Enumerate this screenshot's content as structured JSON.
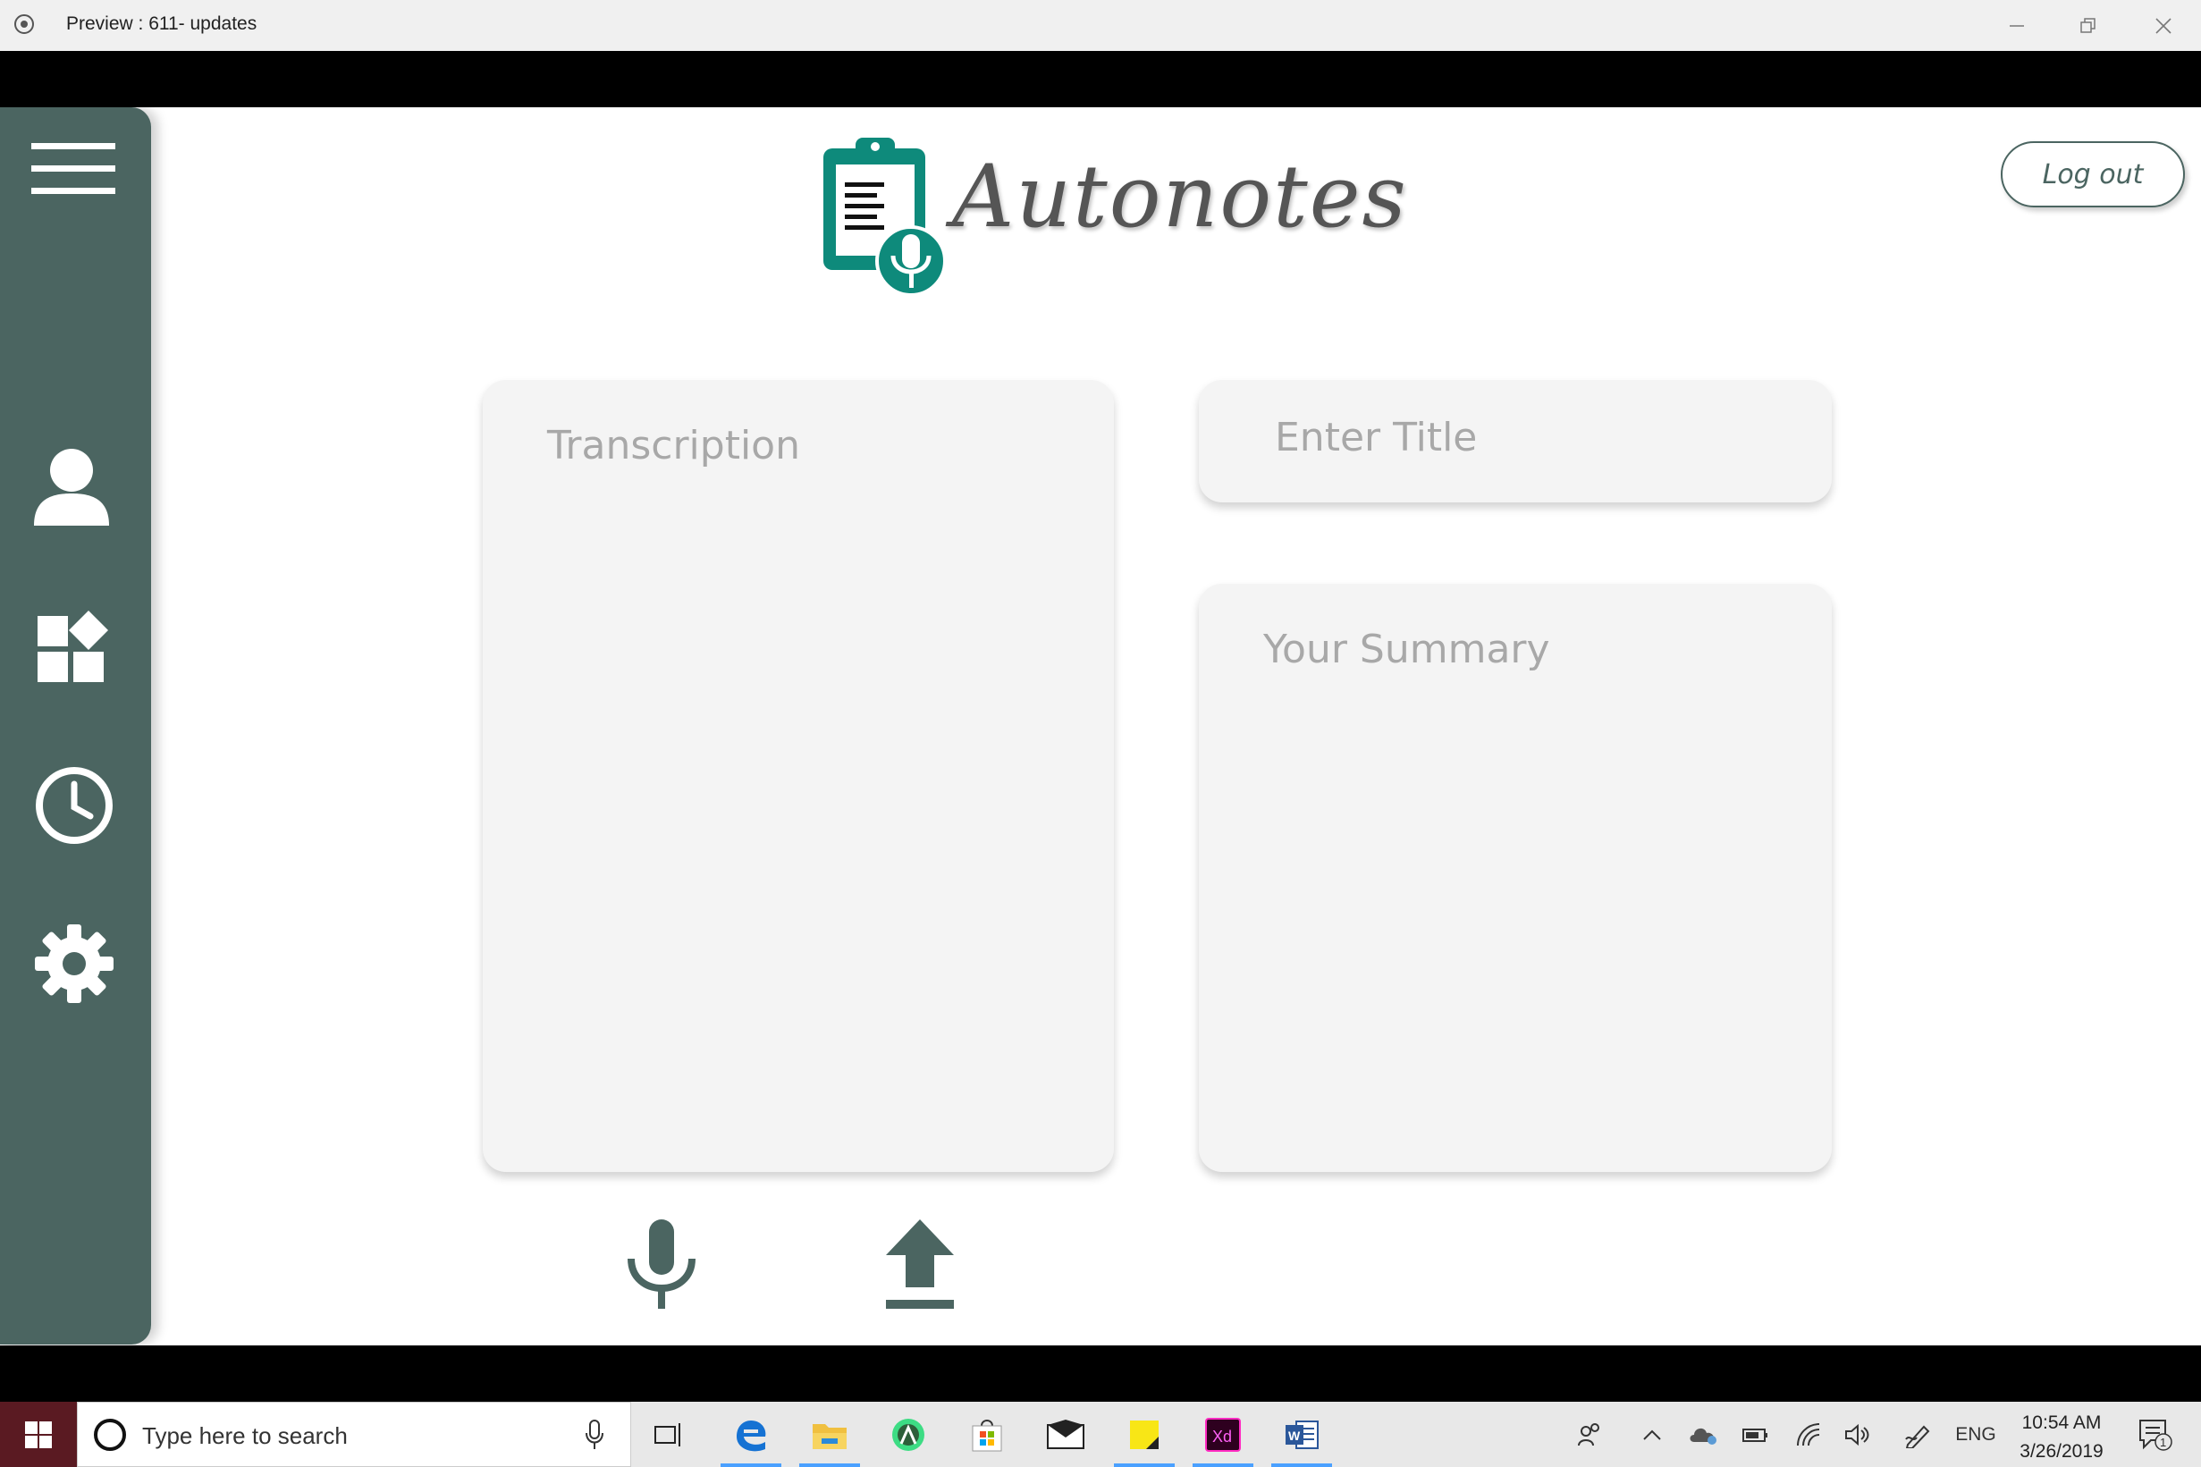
{
  "window": {
    "title": "Preview : 611- updates",
    "controls": [
      "minimize",
      "restore",
      "close"
    ]
  },
  "app": {
    "brand": "Autonotes",
    "logout_label": "Log out",
    "sidebar": [
      {
        "id": "menu",
        "icon": "hamburger-menu-icon"
      },
      {
        "id": "profile",
        "icon": "user-icon"
      },
      {
        "id": "dashboard",
        "icon": "apps-grid-icon"
      },
      {
        "id": "history",
        "icon": "clock-icon"
      },
      {
        "id": "settings",
        "icon": "gear-icon"
      }
    ],
    "transcription": {
      "placeholder": "Transcription",
      "value": ""
    },
    "title_field": {
      "placeholder": "Enter Title",
      "value": ""
    },
    "summary": {
      "placeholder": "Your Summary",
      "value": ""
    },
    "actions": [
      {
        "id": "record",
        "icon": "microphone-icon"
      },
      {
        "id": "upload",
        "icon": "upload-icon"
      }
    ],
    "colors": {
      "accent": "#4b6561",
      "logo_teal": "#0e8a7b",
      "card": "#f4f4f4"
    }
  },
  "taskbar": {
    "search_placeholder": "Type here to search",
    "pinned": [
      "task-view-icon",
      "edge-icon",
      "file-explorer-icon",
      "android-studio-icon",
      "store-icon",
      "mail-icon",
      "sticky-notes-icon",
      "adobe-xd-icon",
      "word-icon"
    ],
    "tray": {
      "language": "ENG",
      "time": "10:54 AM",
      "date": "3/26/2019",
      "notification_count": "1"
    }
  }
}
